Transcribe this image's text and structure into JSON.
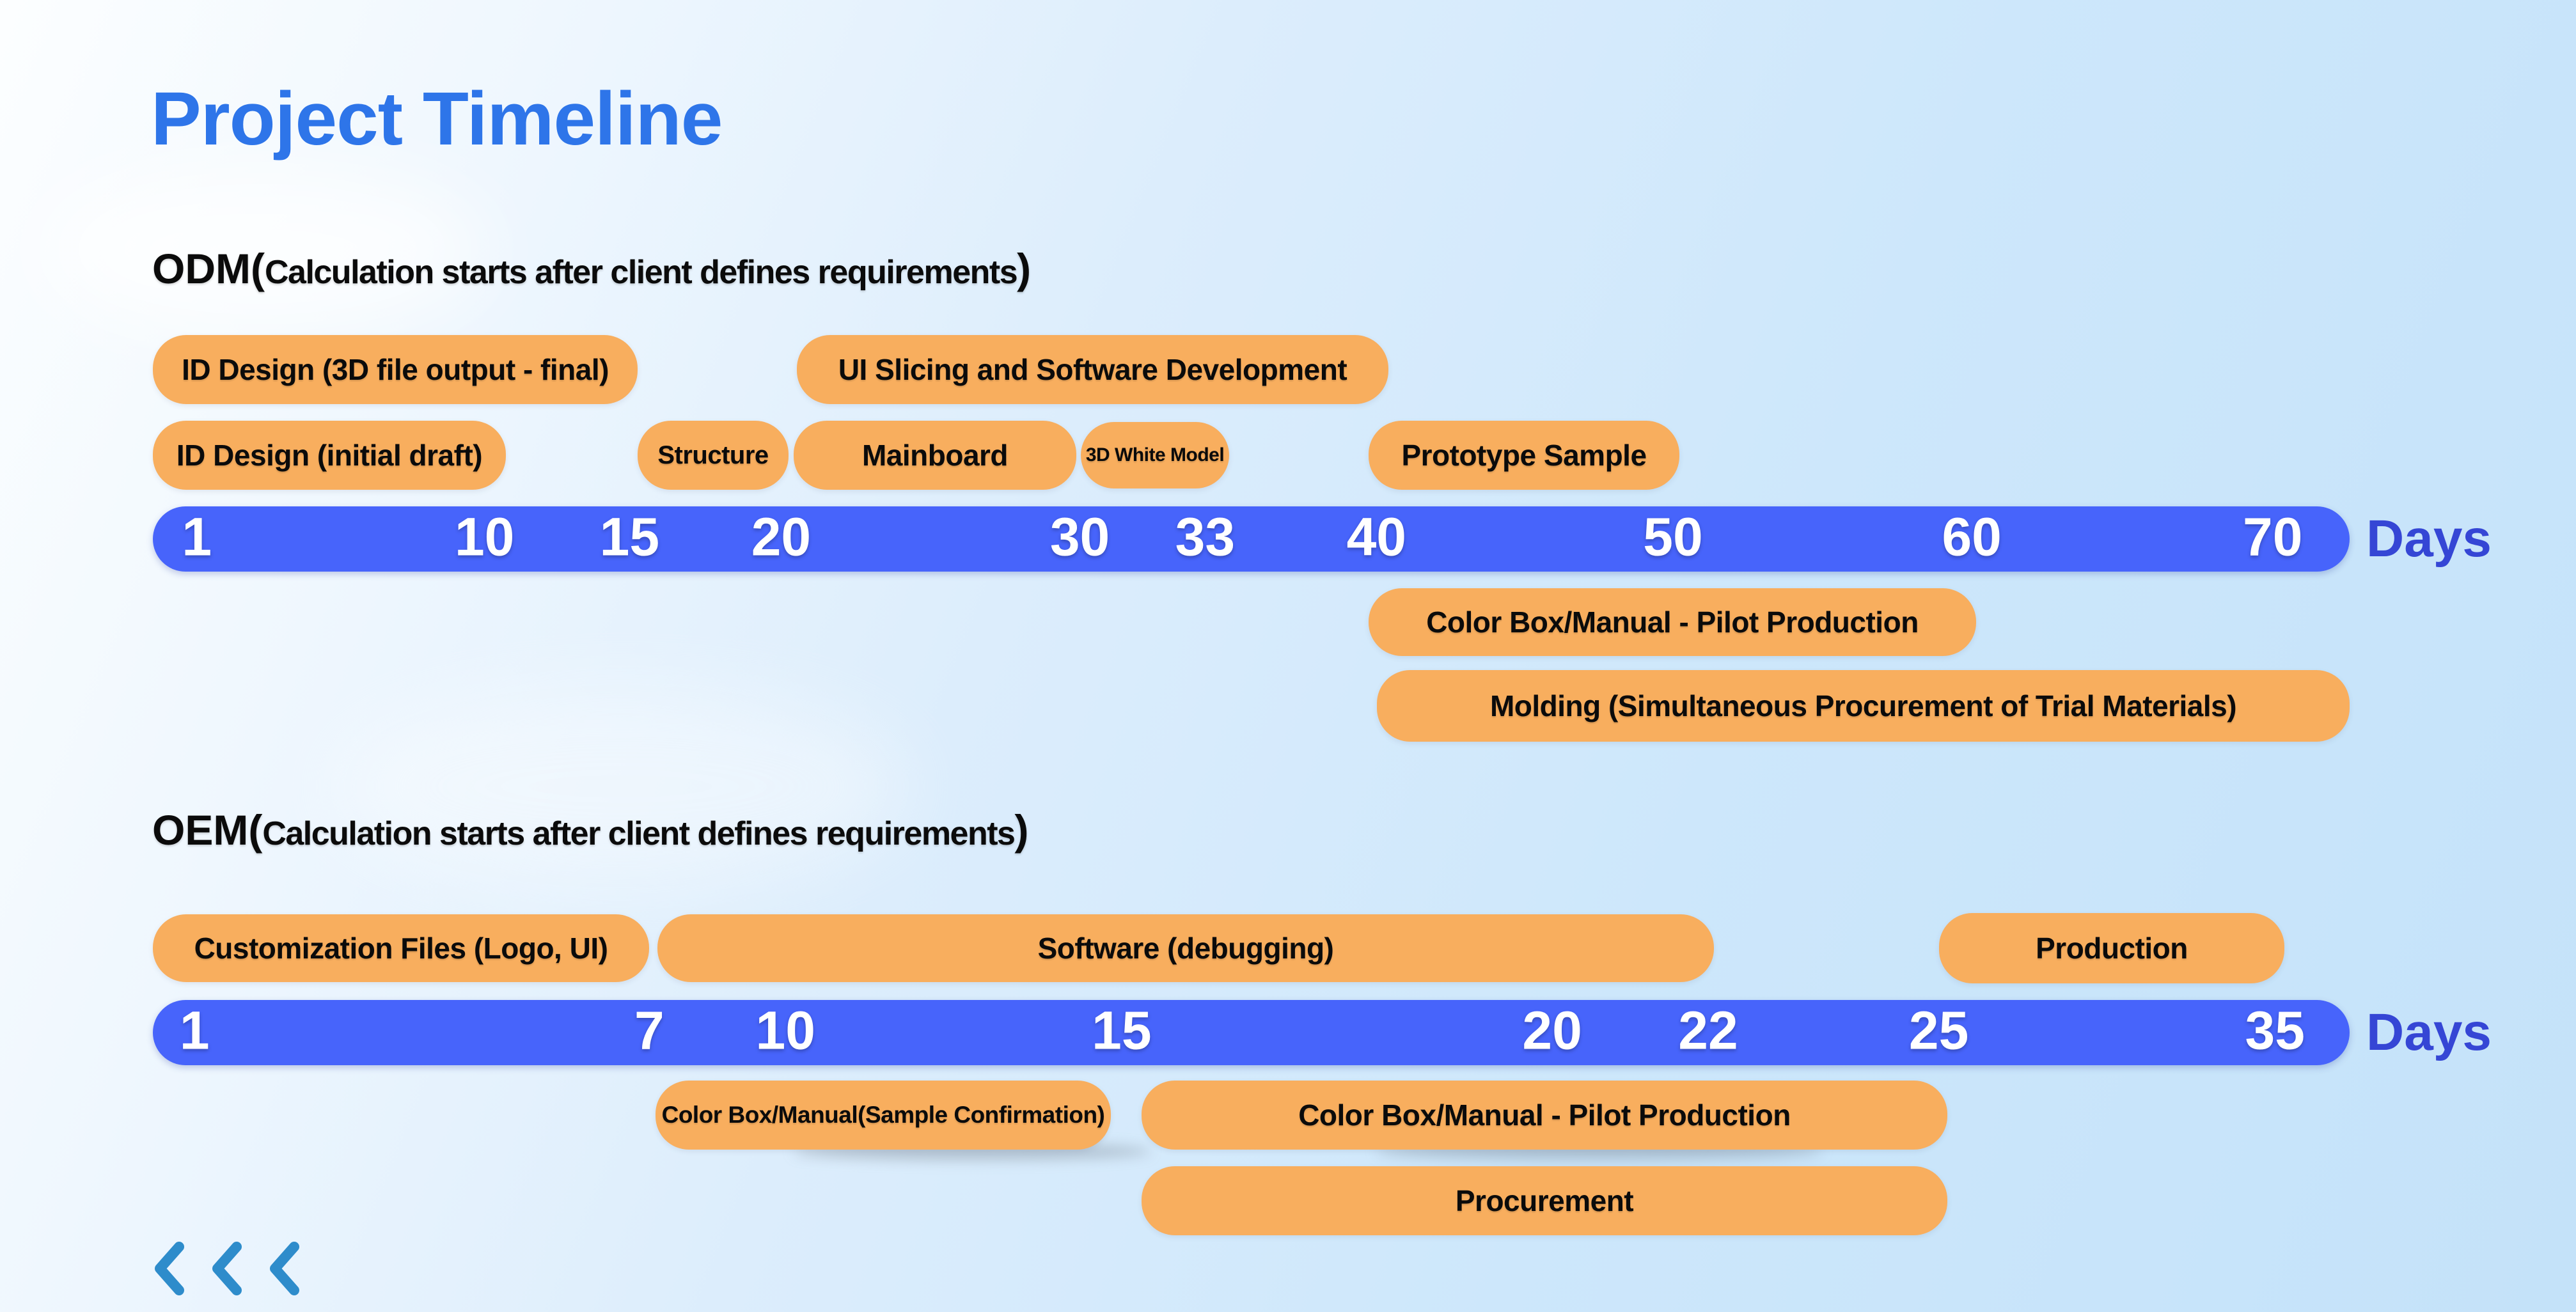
{
  "title": "Project Timeline",
  "odm": {
    "heading_prefix": "ODM(",
    "heading_text": "Calculation starts after client defines requirements",
    "heading_suffix": ")",
    "tasks_row1": [
      "ID Design (3D file output - final)",
      "UI Slicing and Software Development"
    ],
    "tasks_row2": [
      "ID Design (initial draft)",
      "Structure",
      "Mainboard",
      "3D White Model",
      "Prototype Sample"
    ],
    "days": [
      "1",
      "10",
      "15",
      "20",
      "30",
      "33",
      "40",
      "50",
      "60",
      "70"
    ],
    "days_label": "Days",
    "tasks_below": [
      "Color Box/Manual - Pilot Production",
      "Molding (Simultaneous Procurement of Trial Materials)"
    ]
  },
  "oem": {
    "heading_prefix": "OEM(",
    "heading_text": "Calculation starts after client defines requirements",
    "heading_suffix": ")",
    "tasks": [
      "Customization Files (Logo, UI)",
      "Software (debugging)",
      "Production"
    ],
    "days": [
      "1",
      "7",
      "10",
      "15",
      "20",
      "22",
      "25",
      "35"
    ],
    "days_label": "Days",
    "tasks_below_row1": [
      "Color Box/Manual(Sample Confirmation)",
      "Color Box/Manual - Pilot Production"
    ],
    "tasks_below_row2": [
      "Procurement"
    ]
  },
  "nav": {
    "icons": [
      "chevron-left",
      "chevron-left",
      "chevron-left"
    ]
  },
  "colors": {
    "title_blue": "#2e75e9",
    "timeline_blue": "#4764fb",
    "days_label_blue": "#3546d5",
    "pill_orange": "#f8ae5e",
    "chevron_blue": "#2e8ccb",
    "text_black": "#0b0b0b"
  }
}
